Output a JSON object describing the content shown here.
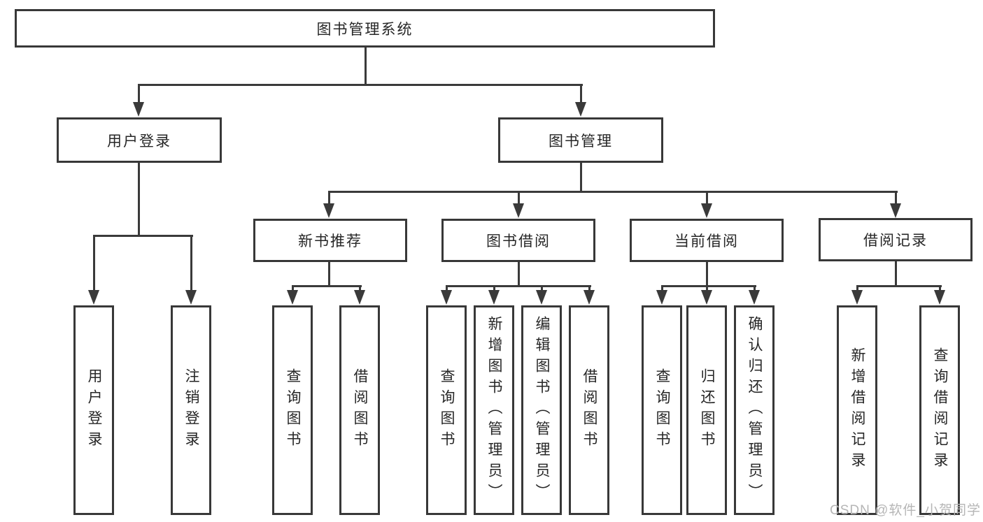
{
  "diagram": {
    "root": {
      "label": "图书管理系统"
    },
    "branches": [
      {
        "label": "用户登录",
        "children": [
          {
            "label": "用户登录"
          },
          {
            "label": "注销登录"
          }
        ]
      },
      {
        "label": "图书管理",
        "children": [
          {
            "label": "新书推荐",
            "children": [
              {
                "label": "查询图书"
              },
              {
                "label": "借阅图书"
              }
            ]
          },
          {
            "label": "图书借阅",
            "children": [
              {
                "label": "查询图书"
              },
              {
                "label": "新增图书（管理员）"
              },
              {
                "label": "编辑图书（管理员）"
              },
              {
                "label": "借阅图书"
              }
            ]
          },
          {
            "label": "当前借阅",
            "children": [
              {
                "label": "查询图书"
              },
              {
                "label": "归还图书"
              },
              {
                "label": "确认归还（管理员）"
              }
            ]
          },
          {
            "label": "借阅记录",
            "children": [
              {
                "label": "新增借阅记录"
              },
              {
                "label": "查询借阅记录"
              }
            ]
          }
        ]
      }
    ]
  },
  "watermark": {
    "text": "CSDN @软件_小贺同学"
  },
  "colors": {
    "line": "#3a3a3a",
    "box_border": "#383838",
    "text": "#262626",
    "watermark": "#b6b6b6",
    "background": "#ffffff"
  }
}
